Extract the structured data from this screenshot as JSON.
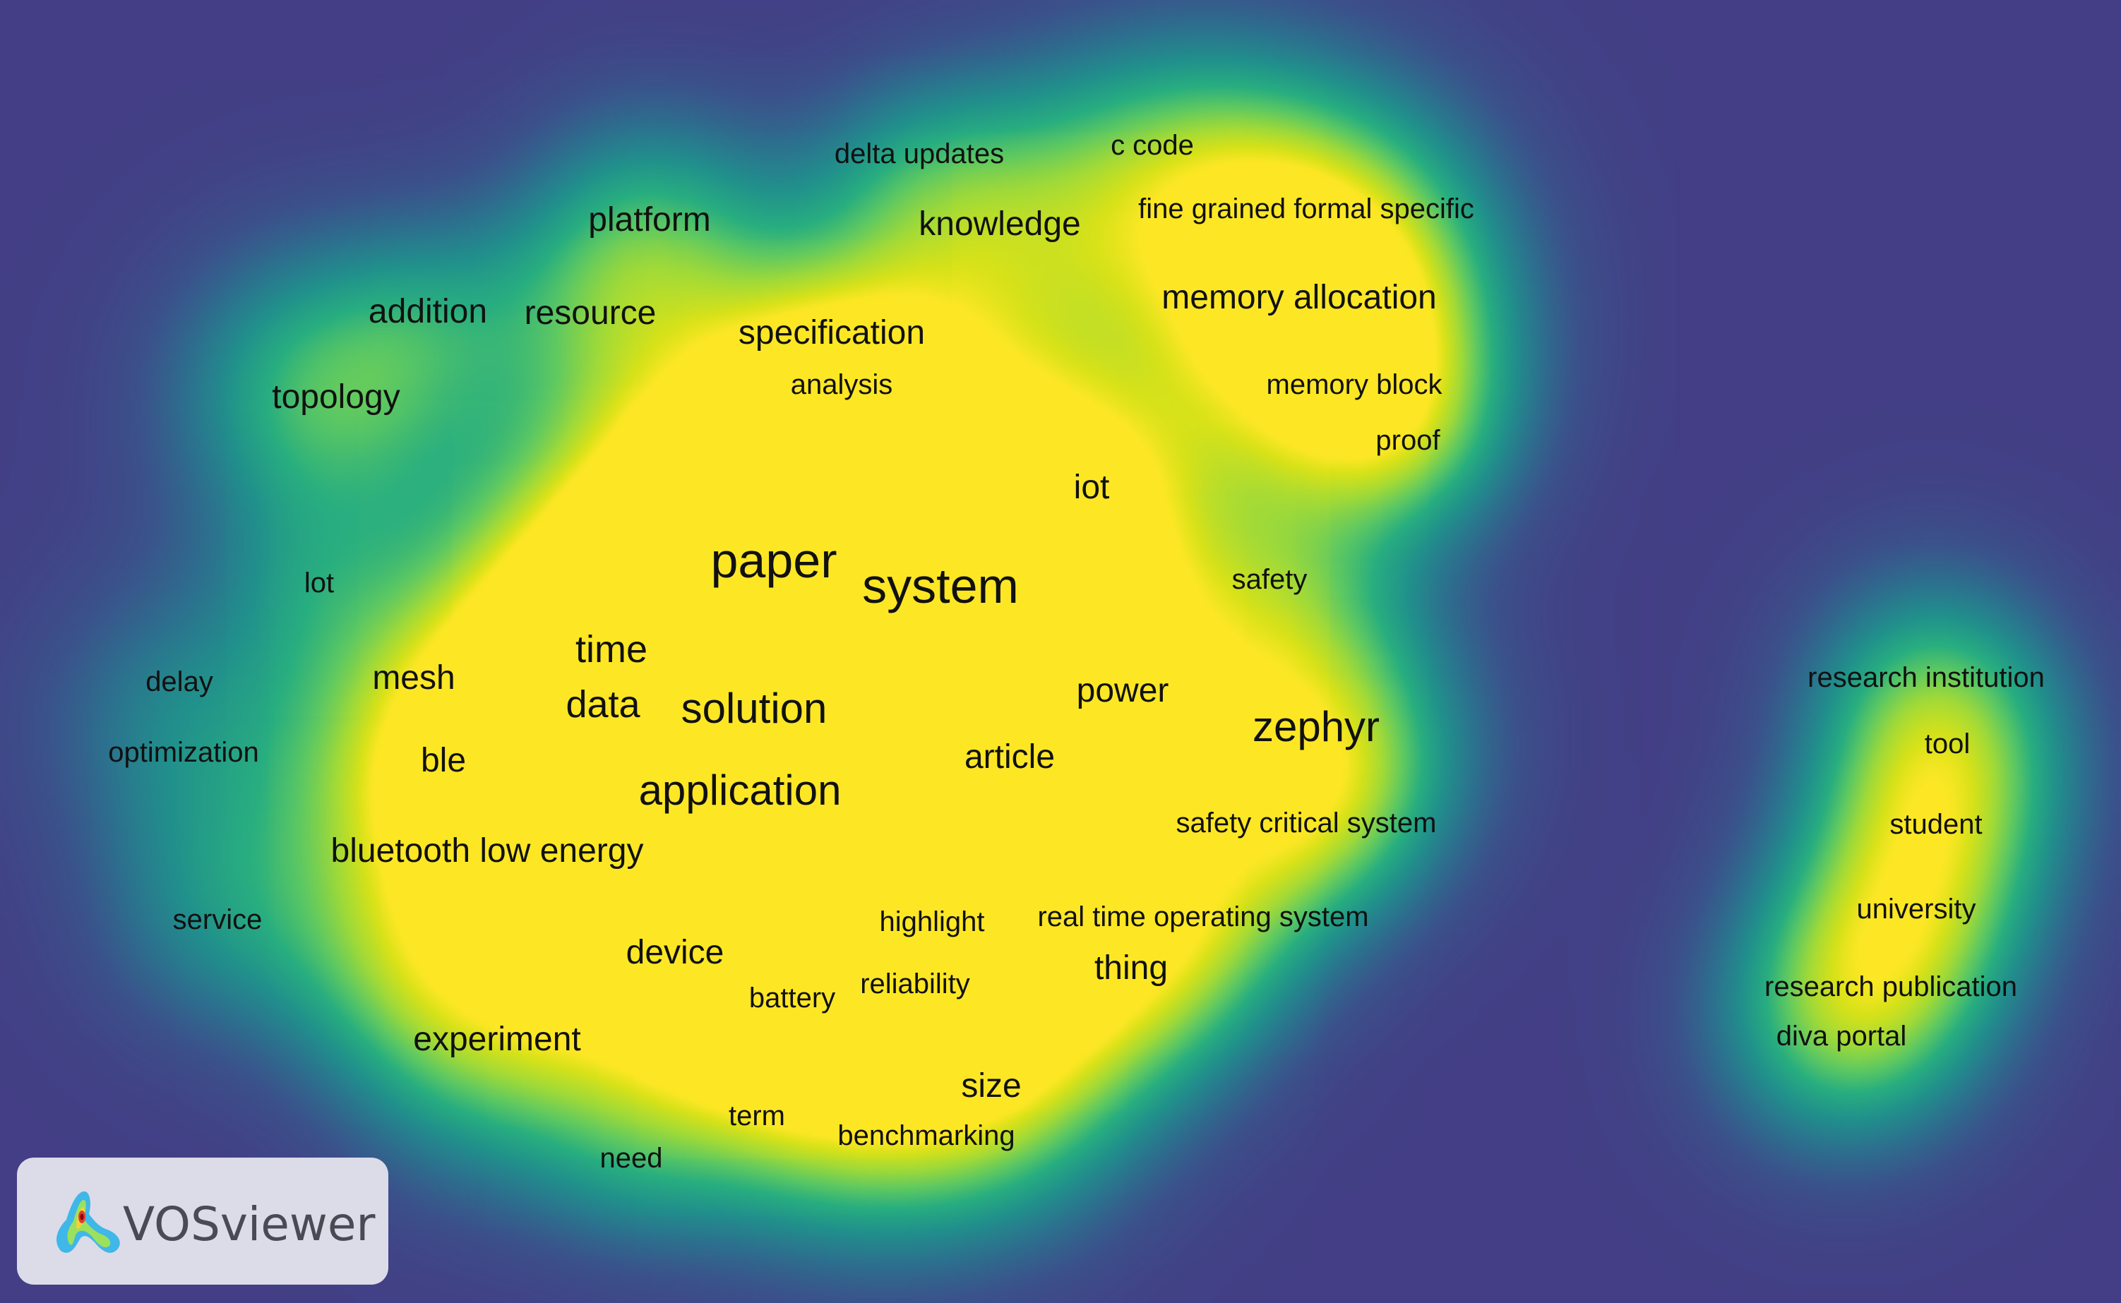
{
  "app": {
    "logo_text": "VOSviewer"
  },
  "colors": {
    "background": "#433e85",
    "low": "#24868e",
    "mid": "#6ccd5a",
    "high": "#fde725"
  },
  "terms": [
    {
      "key": "delta-updates",
      "label": "delta updates"
    },
    {
      "key": "c-code",
      "label": "c code"
    },
    {
      "key": "fine-grained-formal-specific",
      "label": "fine grained formal specific"
    },
    {
      "key": "platform",
      "label": "platform"
    },
    {
      "key": "knowledge",
      "label": "knowledge"
    },
    {
      "key": "memory-allocation",
      "label": "memory allocation"
    },
    {
      "key": "addition",
      "label": "addition"
    },
    {
      "key": "resource",
      "label": "resource"
    },
    {
      "key": "specification",
      "label": "specification"
    },
    {
      "key": "analysis",
      "label": "analysis"
    },
    {
      "key": "memory-block",
      "label": "memory block"
    },
    {
      "key": "topology",
      "label": "topology"
    },
    {
      "key": "proof",
      "label": "proof"
    },
    {
      "key": "iot",
      "label": "iot"
    },
    {
      "key": "paper",
      "label": "paper"
    },
    {
      "key": "system",
      "label": "system"
    },
    {
      "key": "lot",
      "label": "lot"
    },
    {
      "key": "safety",
      "label": "safety"
    },
    {
      "key": "time",
      "label": "time"
    },
    {
      "key": "delay",
      "label": "delay"
    },
    {
      "key": "mesh",
      "label": "mesh"
    },
    {
      "key": "power",
      "label": "power"
    },
    {
      "key": "research-institution",
      "label": "research institution"
    },
    {
      "key": "data",
      "label": "data"
    },
    {
      "key": "solution",
      "label": "solution"
    },
    {
      "key": "zephyr",
      "label": "zephyr"
    },
    {
      "key": "tool",
      "label": "tool"
    },
    {
      "key": "optimization",
      "label": "optimization"
    },
    {
      "key": "ble",
      "label": "ble"
    },
    {
      "key": "article",
      "label": "article"
    },
    {
      "key": "application",
      "label": "application"
    },
    {
      "key": "safety-critical-system",
      "label": "safety critical system"
    },
    {
      "key": "student",
      "label": "student"
    },
    {
      "key": "bluetooth-low-energy",
      "label": "bluetooth low energy"
    },
    {
      "key": "university",
      "label": "university"
    },
    {
      "key": "service",
      "label": "service"
    },
    {
      "key": "highlight",
      "label": "highlight"
    },
    {
      "key": "real-time-operating-system",
      "label": "real time operating system"
    },
    {
      "key": "device",
      "label": "device"
    },
    {
      "key": "reliability",
      "label": "reliability"
    },
    {
      "key": "thing",
      "label": "thing"
    },
    {
      "key": "research-publication",
      "label": "research publication"
    },
    {
      "key": "battery",
      "label": "battery"
    },
    {
      "key": "experiment",
      "label": "experiment"
    },
    {
      "key": "diva-portal",
      "label": "diva portal"
    },
    {
      "key": "size",
      "label": "size"
    },
    {
      "key": "term",
      "label": "term"
    },
    {
      "key": "benchmarking",
      "label": "benchmarking"
    },
    {
      "key": "need",
      "label": "need"
    }
  ]
}
